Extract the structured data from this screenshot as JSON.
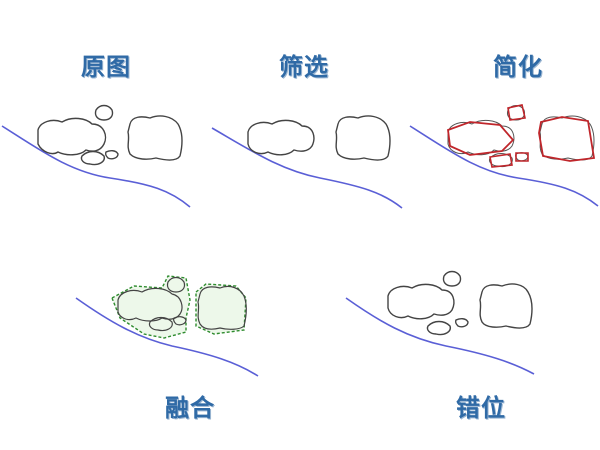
{
  "panels": {
    "original": {
      "label": "原图"
    },
    "filter": {
      "label": "筛选"
    },
    "simplify": {
      "label": "简化"
    },
    "merge": {
      "label": "融合"
    },
    "displace": {
      "label": "错位"
    }
  },
  "colors": {
    "label": "#2f6aa6",
    "road": "#5a5fd6",
    "building": "#444444",
    "simplified": "#c0262b",
    "merged": "#2e8b2e",
    "merged_fill": "#dff2d8"
  }
}
